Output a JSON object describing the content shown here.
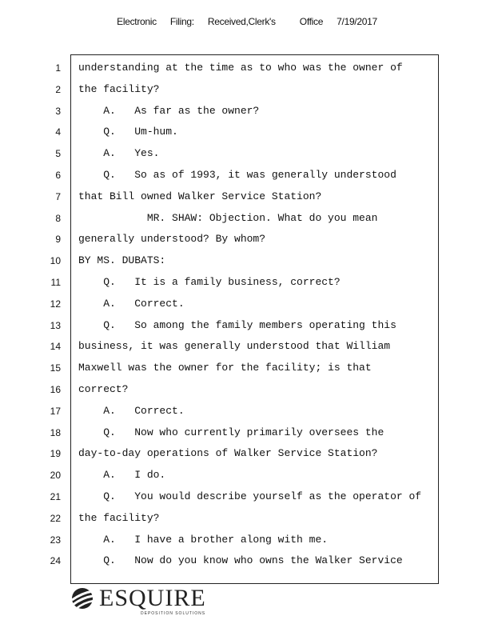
{
  "header": {
    "parts": [
      "Electronic",
      "Filing:",
      "Received,Clerk's",
      "Office",
      "7/19/2017"
    ]
  },
  "lines": [
    {
      "n": "1",
      "text": "understanding at the time as to who was the owner of"
    },
    {
      "n": "2",
      "text": "the facility?"
    },
    {
      "n": "3",
      "text": "    A.   As far as the owner?"
    },
    {
      "n": "4",
      "text": "    Q.   Um-hum."
    },
    {
      "n": "5",
      "text": "    A.   Yes."
    },
    {
      "n": "6",
      "text": "    Q.   So as of 1993, it was generally understood"
    },
    {
      "n": "7",
      "text": "that Bill owned Walker Service Station?"
    },
    {
      "n": "8",
      "text": "           MR. SHAW: Objection. What do you mean"
    },
    {
      "n": "9",
      "text": "generally understood? By whom?"
    },
    {
      "n": "10",
      "text": "BY MS. DUBATS:"
    },
    {
      "n": "11",
      "text": "    Q.   It is a family business, correct?"
    },
    {
      "n": "12",
      "text": "    A.   Correct."
    },
    {
      "n": "13",
      "text": "    Q.   So among the family members operating this"
    },
    {
      "n": "14",
      "text": "business, it was generally understood that William"
    },
    {
      "n": "15",
      "text": "Maxwell was the owner for the facility; is that"
    },
    {
      "n": "16",
      "text": "correct?"
    },
    {
      "n": "17",
      "text": "    A.   Correct."
    },
    {
      "n": "18",
      "text": "    Q.   Now who currently primarily oversees the"
    },
    {
      "n": "19",
      "text": "day-to-day operations of Walker Service Station?"
    },
    {
      "n": "20",
      "text": "    A.   I do."
    },
    {
      "n": "21",
      "text": "    Q.   You would describe yourself as the operator of"
    },
    {
      "n": "22",
      "text": "the facility?"
    },
    {
      "n": "23",
      "text": "    A.   I have a brother along with me."
    },
    {
      "n": "24",
      "text": "    Q.   Now do you know who owns the Walker Service"
    }
  ],
  "logo": {
    "name": "ESQUIRE",
    "tagline": "DEPOSITION SOLUTIONS"
  }
}
